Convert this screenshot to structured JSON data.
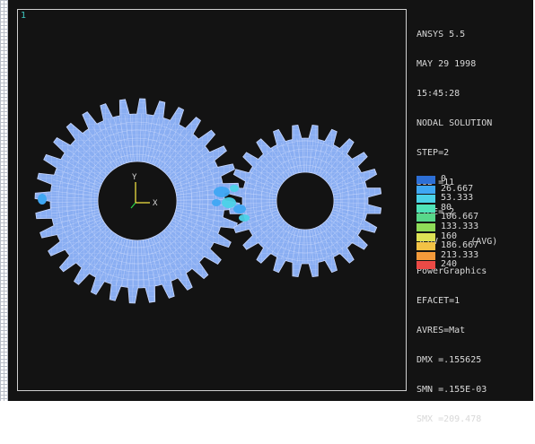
{
  "window": {
    "number": "1"
  },
  "info": {
    "lines": [
      "ANSYS 5.5",
      "MAY 29 1998",
      "15:45:28",
      "NODAL SOLUTION",
      "STEP=2",
      "SUB =11",
      "TIME=.2",
      "SEQV      (AVG)",
      "PowerGraphics",
      "EFACET=1",
      "AVRES=Mat",
      "DMX =.155625",
      "SMN =.155E-03",
      "SMX =209.478"
    ]
  },
  "legend": {
    "entries": [
      {
        "value": "0",
        "color": "#2d6fd6"
      },
      {
        "value": "26.667",
        "color": "#3fa7f3"
      },
      {
        "value": "53.333",
        "color": "#4bd2e8"
      },
      {
        "value": "80",
        "color": "#4fe3b8"
      },
      {
        "value": "106.667",
        "color": "#58d88a"
      },
      {
        "value": "133.333",
        "color": "#8fdc58"
      },
      {
        "value": "160",
        "color": "#dde255"
      },
      {
        "value": "186.667",
        "color": "#f2c245"
      },
      {
        "value": "213.333",
        "color": "#f39a3a"
      },
      {
        "value": "240",
        "color": "#ec4a46"
      }
    ]
  },
  "triad": {
    "x_label": "X",
    "y_label": "Y"
  },
  "colors": {
    "background": "#131313",
    "mesh_fill": "#8aaef2",
    "mesh_lines": "#c8d8ff",
    "stress_low": "#3fa7f3",
    "stress_mid": "#4bd2e8"
  }
}
